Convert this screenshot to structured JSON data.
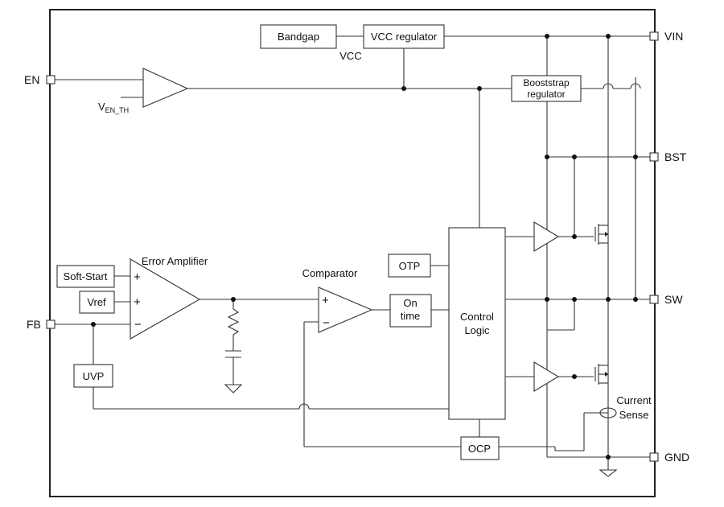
{
  "pins": {
    "vin": "VIN",
    "bst": "BST",
    "sw": "SW",
    "gnd": "GND",
    "en": "EN",
    "fb": "FB"
  },
  "blocks": {
    "bandgap": "Bandgap",
    "vcc_regulator": "VCC regulator",
    "bootstrap_regulator_line1": "Booststrap",
    "bootstrap_regulator_line2": "regulator",
    "soft_start": "Soft-Start",
    "vref": "Vref",
    "uvp": "UVP",
    "otp": "OTP",
    "on_time_line1": "On",
    "on_time_line2": "time",
    "control_logic_line1": "Control",
    "control_logic_line2": "Logic",
    "ocp": "OCP"
  },
  "labels": {
    "vcc": "VCC",
    "ven_th_main": "V",
    "ven_th_sub": "EN_TH",
    "error_amplifier": "Error Amplifier",
    "comparator": "Comparator",
    "current_sense_line1": "Current",
    "current_sense_line2": "Sense",
    "plus": "+",
    "minus": "−"
  },
  "colors": {
    "line": "#333333",
    "text": "#111111",
    "background": "#ffffff"
  }
}
